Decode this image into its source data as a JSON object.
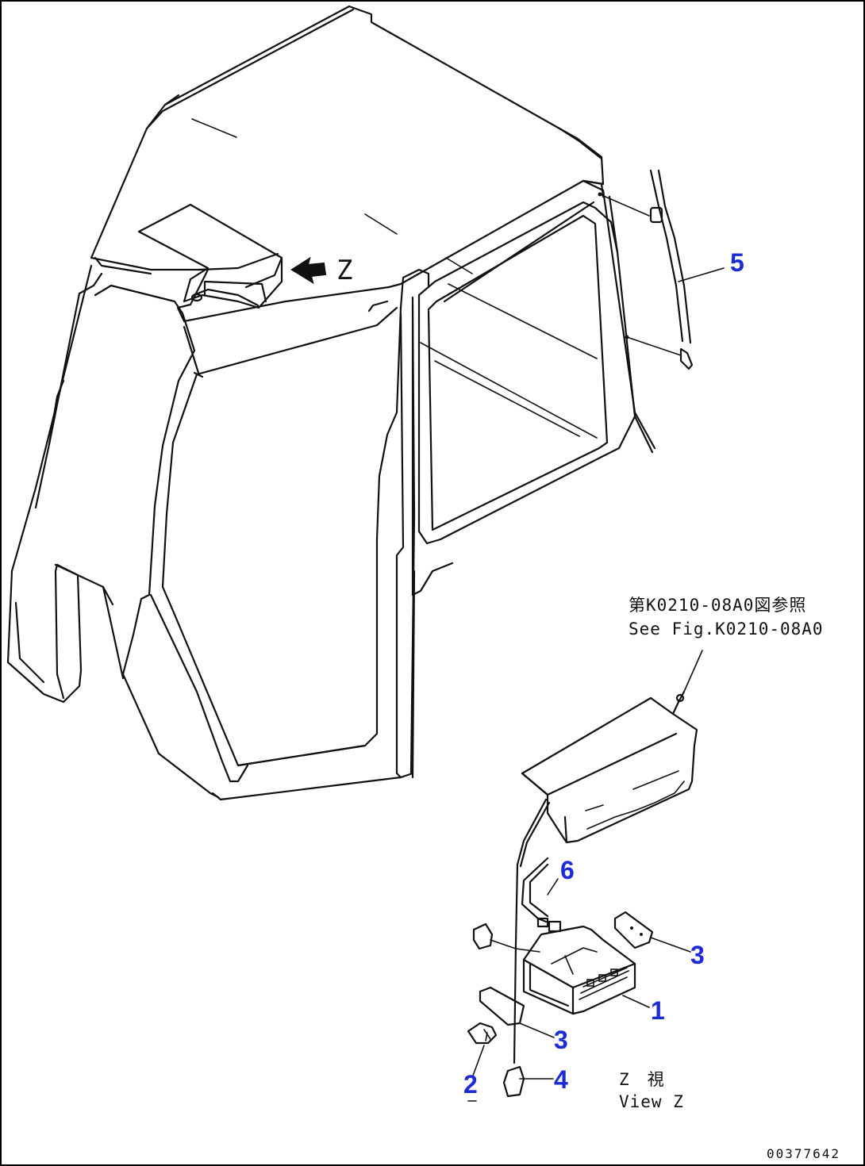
{
  "view_marker": "Z",
  "reference_note": {
    "line1": "第K0210-08A0図参照",
    "line2": "See Fig.K0210-08A0"
  },
  "view_caption": {
    "line1": "Z　視",
    "line2": "View Z"
  },
  "callouts": {
    "c1": "1",
    "c2": "2",
    "c3a": "3",
    "c3b": "3",
    "c4": "4",
    "c5": "5",
    "c6": "6"
  },
  "drawing_number": "00377642",
  "colors": {
    "callout": "#1c2bd6",
    "line": "#111111",
    "background": "#ffffff"
  }
}
